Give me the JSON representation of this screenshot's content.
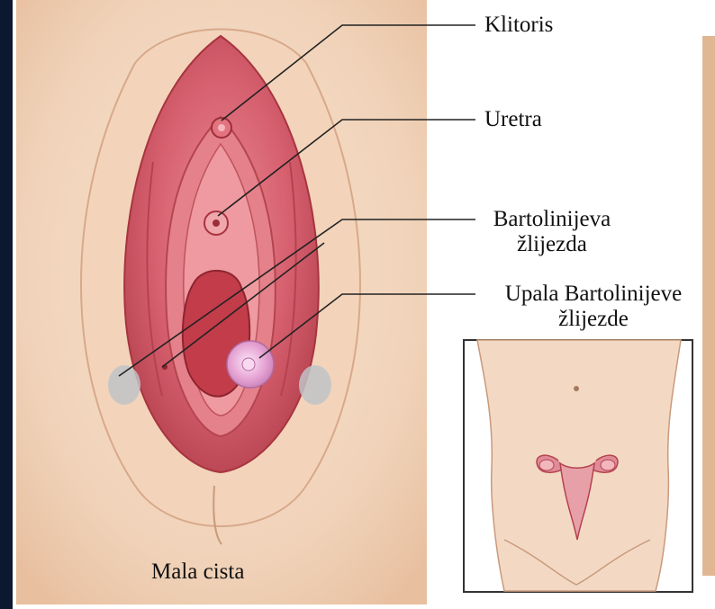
{
  "labels": {
    "clitoris": "Klitoris",
    "urethra": "Uretra",
    "gland_line1": "Bartolinijeva",
    "gland_line2": "žlijezda",
    "inflamed_line1": "Upala Bartolinijeve",
    "inflamed_line2": "žlijezde",
    "caption": "Mala cista"
  },
  "colors": {
    "skin_light": "#f7e3cf",
    "skin_mid": "#eecbb0",
    "tissue": "#d96b78",
    "tissue_dark": "#a8343f",
    "cyst": "#e7a5d5",
    "gland": "#bfc3c7",
    "background": "#0b1830"
  }
}
